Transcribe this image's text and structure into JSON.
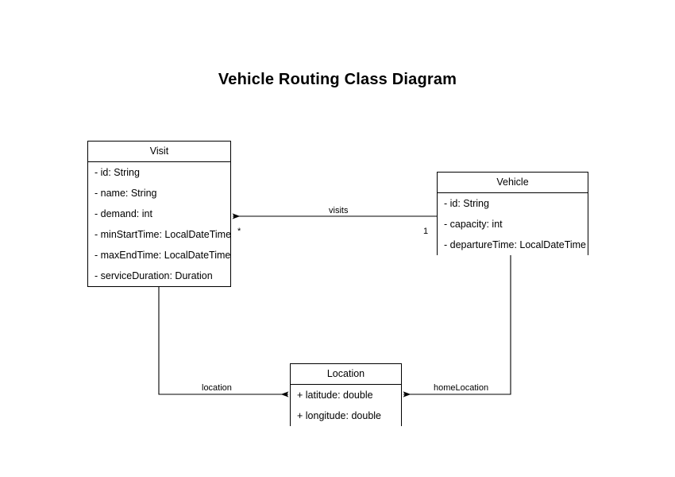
{
  "diagram": {
    "title": "Vehicle Routing Class Diagram",
    "background_color": "#ffffff",
    "line_color": "#000000",
    "text_color": "#000000",
    "classes": [
      {
        "id": "visit",
        "name": "Visit",
        "attributes": [
          "- id: String",
          "- name: String",
          "- demand: int",
          "- minStartTime: LocalDateTime",
          "- maxEndTime: LocalDateTime",
          "- serviceDuration: Duration"
        ]
      },
      {
        "id": "vehicle",
        "name": "Vehicle",
        "attributes": [
          "- id: String",
          "- capacity: int",
          "- departureTime: LocalDateTime"
        ]
      },
      {
        "id": "location",
        "name": "Location",
        "attributes": [
          "+ latitude: double",
          "+ longitude: double"
        ]
      }
    ],
    "relationships": [
      {
        "id": "visits",
        "label": "visits",
        "from": "Vehicle",
        "to": "Visit",
        "from_multiplicity": "1",
        "to_multiplicity": "*",
        "arrow": "open"
      },
      {
        "id": "location",
        "label": "location",
        "from": "Visit",
        "to": "Location",
        "arrow": "open"
      },
      {
        "id": "homeLocation",
        "label": "homeLocation",
        "from": "Vehicle",
        "to": "Location",
        "arrow": "open"
      }
    ]
  }
}
